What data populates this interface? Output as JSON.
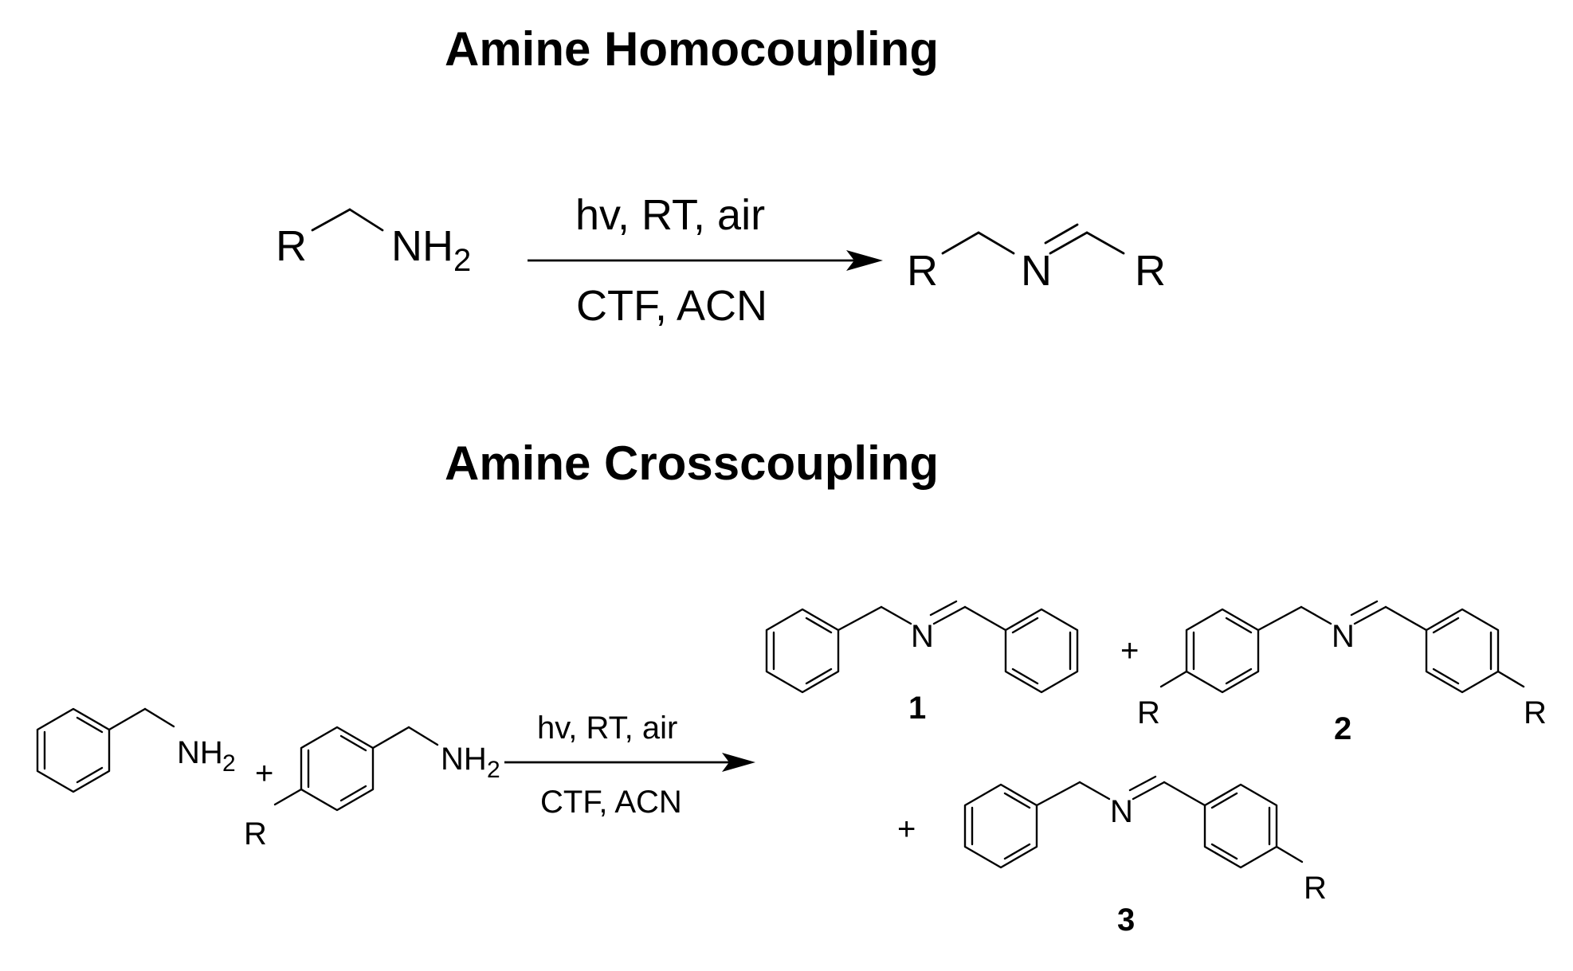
{
  "homocoupling": {
    "title": "Amine Homocoupling",
    "reactant": {
      "r": "R",
      "nh": "NH",
      "sub": "2"
    },
    "conditions": {
      "above": "hv, RT, air",
      "below": "CTF, ACN"
    },
    "product": {
      "r_left": "R",
      "n": "N",
      "r_right": "R"
    }
  },
  "crosscoupling": {
    "title": "Amine Crosscoupling",
    "reactant1": {
      "nh": "NH",
      "sub": "2"
    },
    "plus1": "+",
    "reactant2": {
      "nh": "NH",
      "sub": "2",
      "r": "R"
    },
    "conditions": {
      "above": "hv, RT,  air",
      "below": "CTF,  ACN"
    },
    "product1": {
      "n": "N",
      "number": "1"
    },
    "plus2": "+",
    "product2": {
      "n": "N",
      "r_left": "R",
      "r_right": "R",
      "number": "2"
    },
    "plus3": "+",
    "product3": {
      "n": "N",
      "r": "R",
      "number": "3"
    }
  }
}
